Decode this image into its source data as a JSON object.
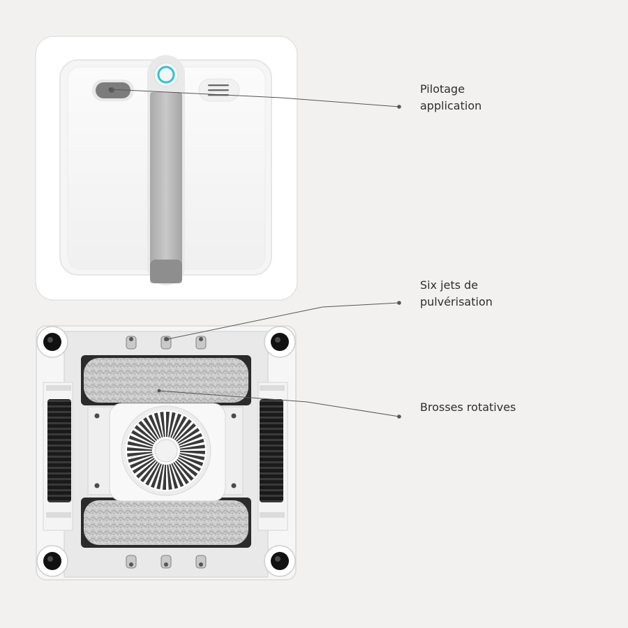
{
  "callouts": [
    {
      "id": "app-control",
      "lines": [
        "Pilotage",
        "application"
      ]
    },
    {
      "id": "spray-jets",
      "lines": [
        "Six jets de",
        "pulvérisation"
      ]
    },
    {
      "id": "rotating-brushes",
      "lines": [
        "Brosses rotatives"
      ]
    }
  ],
  "colors": {
    "background": "#f2f1ef",
    "device_body": "#ffffff",
    "accent_ring": "#27c7d6",
    "handle": "#bdbdbd",
    "text": "#2d2d2d",
    "leader_line": "#555555"
  },
  "icons": [
    "power-button-icon",
    "menu-lines-icon",
    "fan-icon"
  ]
}
